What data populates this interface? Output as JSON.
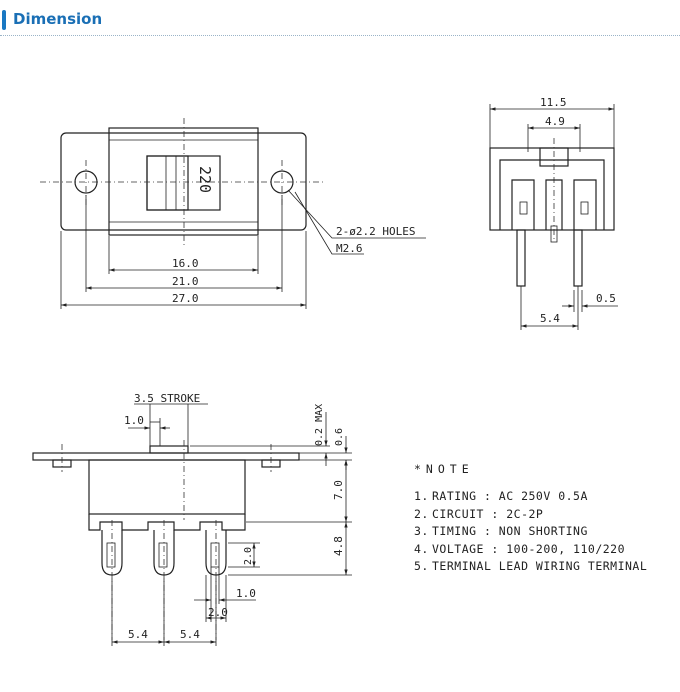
{
  "header": {
    "title": "Dimension"
  },
  "top_view": {
    "switch_label": "220",
    "holes_label": "2-ø2.2 HOLES",
    "thread_label": "M2.6",
    "dims": {
      "d16": "16.0",
      "d21": "21.0",
      "d27": "27.0"
    }
  },
  "side_view": {
    "dims": {
      "w115": "11.5",
      "w49": "4.9",
      "d05": "0.5",
      "d54": "5.4"
    }
  },
  "front_view": {
    "stroke_label": "3.5 STROKE",
    "dims": {
      "d10top": "1.0",
      "d02max": "0.2 MAX",
      "d06": "0.6",
      "d70": "7.0",
      "d48": "4.8",
      "d20v": "2.0",
      "d10bot": "1.0",
      "d20h": "2.0",
      "d54a": "5.4",
      "d54b": "5.4"
    }
  },
  "notes": {
    "title": "*NOTE",
    "items": [
      {
        "num": "1.",
        "text": "RATING : AC 250V 0.5A"
      },
      {
        "num": "2.",
        "text": "CIRCUIT : 2C-2P"
      },
      {
        "num": "3.",
        "text": "TIMING : NON SHORTING"
      },
      {
        "num": "4.",
        "text": "VOLTAGE : 100-200, 110/220"
      },
      {
        "num": "5.",
        "text": "TERMINAL LEAD WIRING TERMINAL"
      }
    ]
  }
}
